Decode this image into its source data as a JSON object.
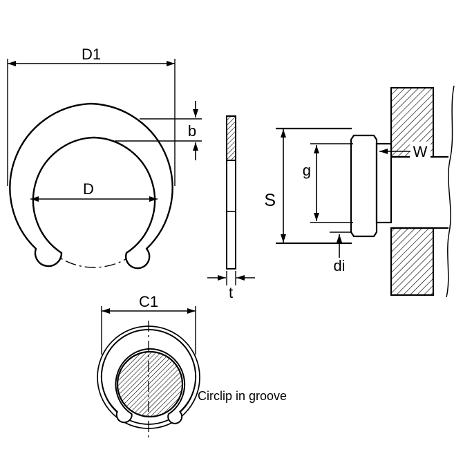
{
  "drawing": {
    "front_view": {
      "outer_diameter_label": "D1",
      "inner_diameter_label": "D",
      "width_label": "b"
    },
    "side_view": {
      "thickness_label": "t"
    },
    "assembly_view": {
      "shaft_diameter_label": "S",
      "groove_diameter_label": "g",
      "groove_width_label": "W",
      "bore_diameter_label": "di"
    },
    "groove_view": {
      "clip_diameter_label": "C1",
      "caption": "Circlip in groove"
    },
    "colors": {
      "line": "#000000",
      "background": "#ffffff"
    }
  }
}
